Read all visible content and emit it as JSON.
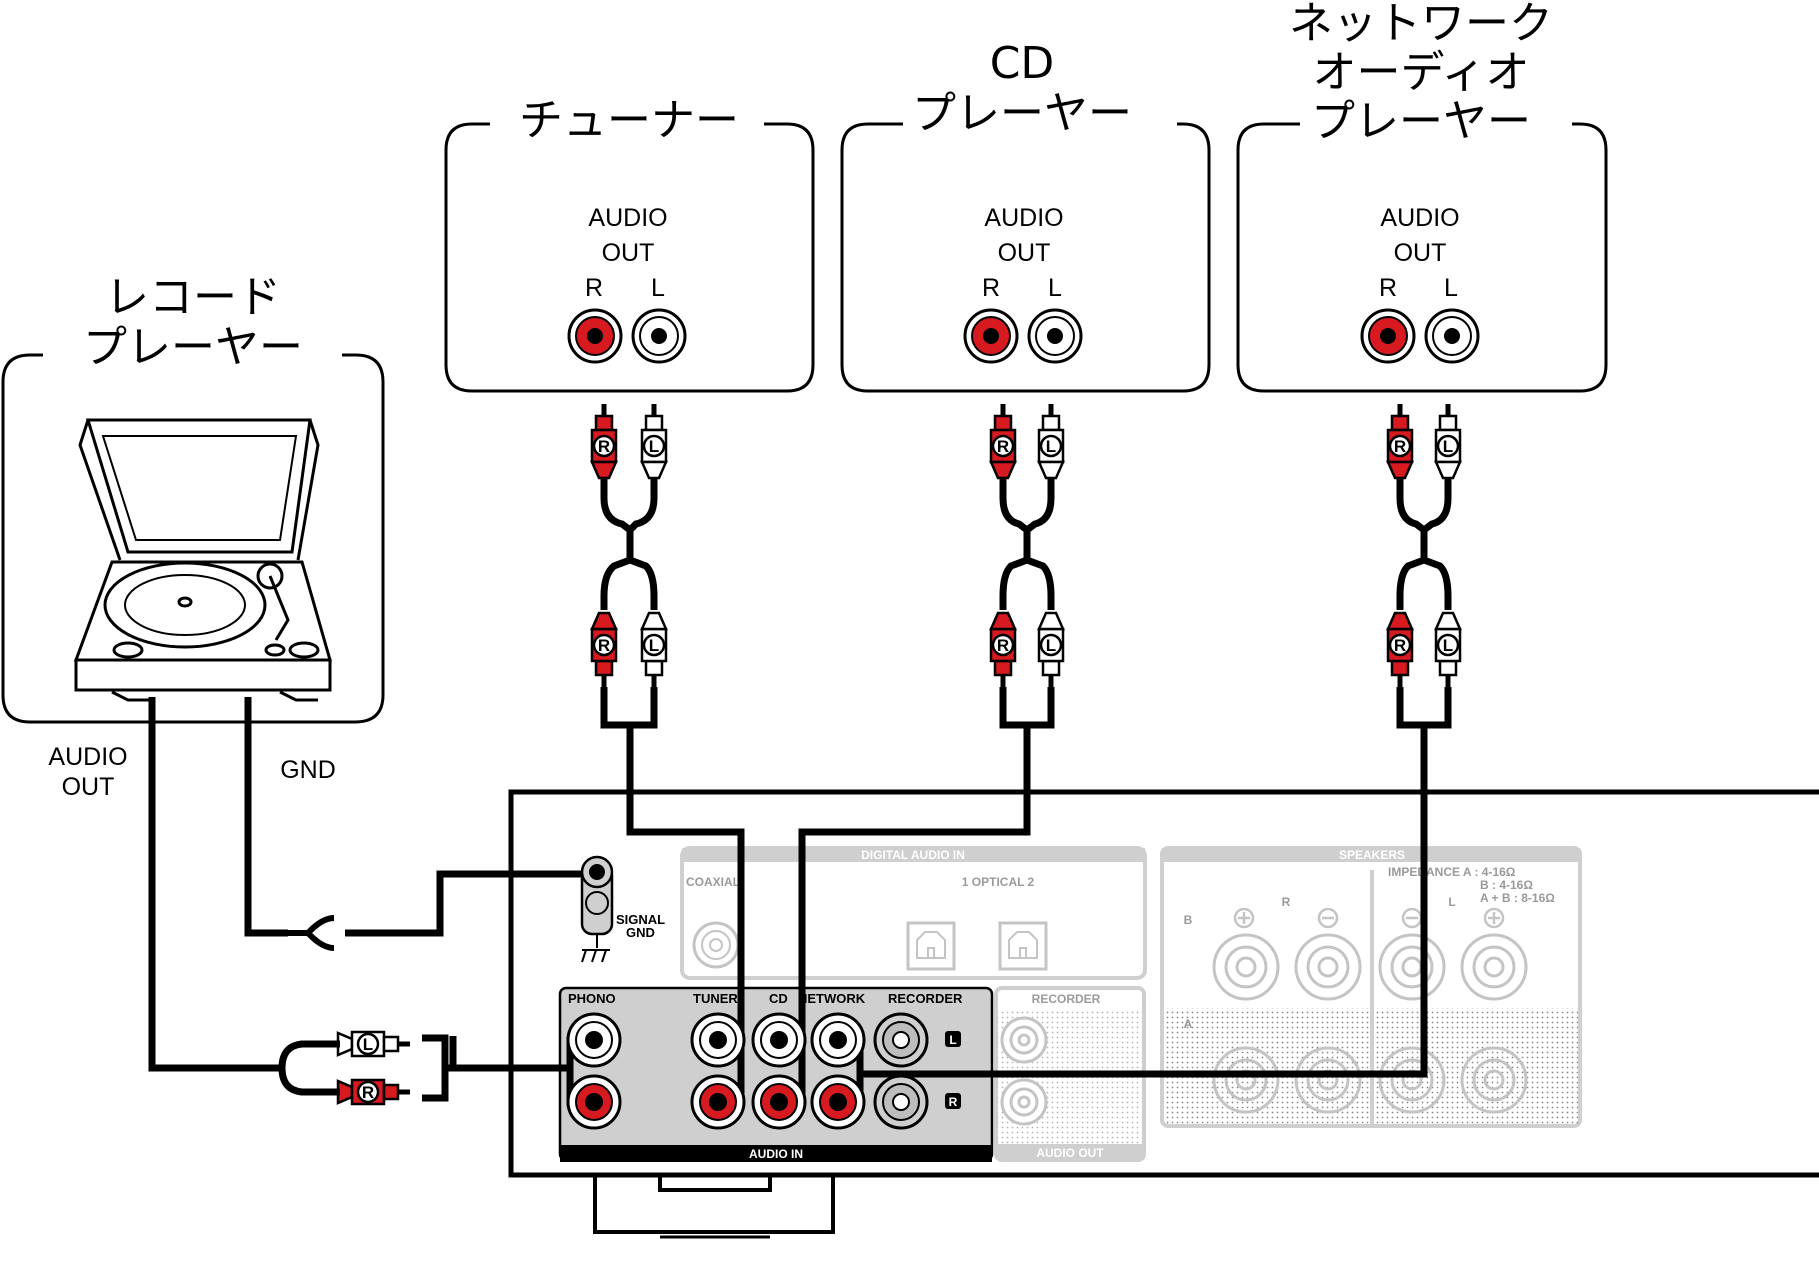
{
  "devices": {
    "turntable": {
      "name_lines": [
        "レコード",
        "プレーヤー"
      ],
      "audio_out_lines": [
        "AUDIO",
        "OUT"
      ],
      "gnd": "GND"
    },
    "tuner": {
      "name_lines": [
        "チューナー"
      ],
      "audio_lines": [
        "AUDIO",
        "OUT"
      ],
      "r": "R",
      "l": "L"
    },
    "cd": {
      "name_lines": [
        "CD",
        "プレーヤー"
      ],
      "audio_lines": [
        "AUDIO",
        "OUT"
      ],
      "r": "R",
      "l": "L"
    },
    "network": {
      "name_lines": [
        "ネットワーク",
        "オーディオ",
        "プレーヤー"
      ],
      "audio_lines": [
        "AUDIO",
        "OUT"
      ],
      "r": "R",
      "l": "L"
    }
  },
  "plug_letters": {
    "r": "R",
    "l": "L"
  },
  "amp": {
    "signal_gnd": [
      "SIGNAL",
      "GND"
    ],
    "digital_audio_in": "DIGITAL AUDIO IN",
    "coaxial": "COAXIAL",
    "optical": "1   OPTICAL   2",
    "speakers": "SPEAKERS",
    "impedance_lines": [
      "IMPEDANCE  A      : 4-16Ω",
      "B      : 4-16Ω",
      "A + B : 8-16Ω"
    ],
    "phono": "PHONO",
    "tuner": "TUNER",
    "cd": "CD",
    "network": "NETWORK",
    "recorder": "RECORDER",
    "l": "L",
    "r": "R",
    "audio_in": "AUDIO IN",
    "recorder_out": "RECORDER",
    "audio_out": "AUDIO OUT",
    "spk_a": "A",
    "spk_b": "B"
  },
  "colors": {
    "red": "#d71920",
    "line": "#000000",
    "panel_grey": "#cfcfcf",
    "faint_grey": "#bdbdbd"
  }
}
